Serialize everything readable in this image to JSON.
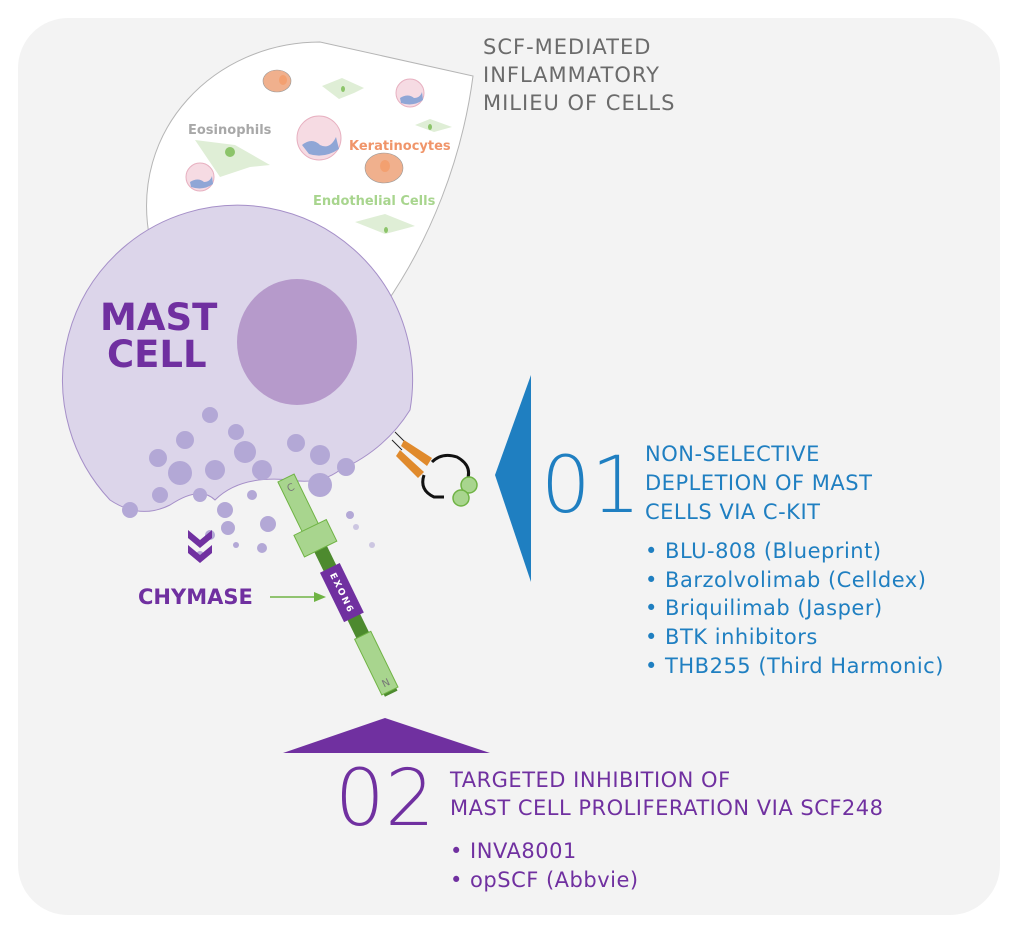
{
  "milieu": {
    "title_lines": [
      "SCF-MEDIATED",
      "INFLAMMATORY",
      "MILIEU OF CELLS"
    ],
    "labels": {
      "eosinophils": "Eosinophils",
      "keratinocytes": "Keratinocytes",
      "endothelial": "Endothelial Cells"
    }
  },
  "mast_cell": {
    "lines": [
      "MAST",
      "CELL"
    ],
    "chymase": "CHYMASE"
  },
  "receptor": {
    "c_term": "C",
    "n_term": "N",
    "exon": "EXON6"
  },
  "section1": {
    "number": "01",
    "heading_lines": [
      "NON-SELECTIVE",
      "DEPLETION OF MAST",
      "CELLS VIA C-KIT"
    ],
    "bullets": [
      "• BLU-808 (Blueprint)",
      "• Barzolvolimab (Celldex)",
      "• Briquilimab (Jasper)",
      "• BTK inhibitors",
      "• THB255 (Third Harmonic)"
    ]
  },
  "section2": {
    "number": "02",
    "heading_lines": [
      "TARGETED INHIBITION OF",
      "MAST CELL PROLIFERATION VIA SCF248"
    ],
    "bullets": [
      "• INVA8001",
      "• opSCF (Abbvie)"
    ]
  },
  "colors": {
    "purple": "#7030a0",
    "blue": "#1f7fc1",
    "green": "#a8d58e",
    "orange": "#e08a2c"
  }
}
